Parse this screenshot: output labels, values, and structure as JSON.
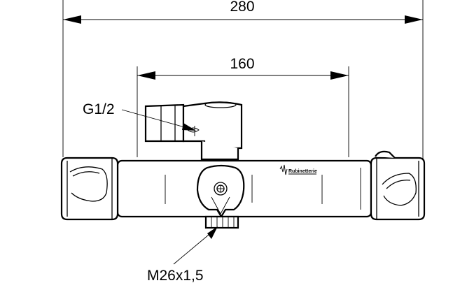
{
  "drawing": {
    "dimension_overall": "280",
    "dimension_inlet_spacing": "160",
    "callout_inlet_thread": "G1/2",
    "callout_outlet_thread": "M26x1,5",
    "brand_mark": "Rubinetterie"
  }
}
